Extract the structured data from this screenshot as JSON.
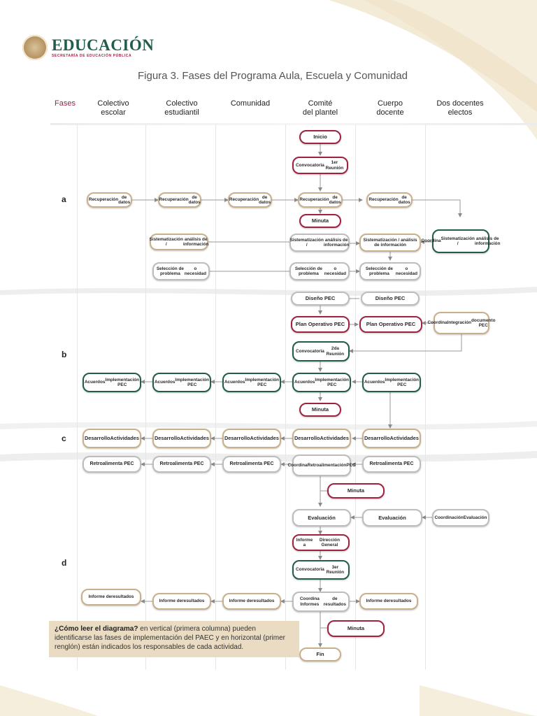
{
  "header": {
    "logo_title": "EDUCACIÓN",
    "logo_subtitle": "SECRETARÍA DE EDUCACIÓN PÚBLICA",
    "figure_title": "Figura 3. Fases del Programa Aula, Escuela y Comunidad"
  },
  "columns": {
    "fases": "Fases",
    "colectivo_escolar": [
      "Colectivo",
      "escolar"
    ],
    "colectivo_estudiantil": [
      "Colectivo",
      "estudiantil"
    ],
    "comunidad": "Comunidad",
    "comite": [
      "Comité",
      "del plantel"
    ],
    "cuerpo_docente": [
      "Cuerpo",
      "docente"
    ],
    "dos_docentes": [
      "Dos docentes",
      "electos"
    ]
  },
  "phases": {
    "a": "a",
    "b": "b",
    "c": "c",
    "d": "d"
  },
  "nodes": {
    "inicio": "Inicio",
    "convocatoria1": [
      "Convocatoria",
      "1er Reunión"
    ],
    "rec_escolar": [
      "Recuperación",
      "de datos"
    ],
    "rec_estudiantil": [
      "Recuperación",
      "de datos"
    ],
    "rec_comunidad": [
      "Recuperación",
      "de datos"
    ],
    "rec_comite": [
      "Recuperación",
      "de datos"
    ],
    "rec_docente": [
      "Recuperación",
      "de datos"
    ],
    "minuta1": "Minuta",
    "sist_estudiantil": [
      "Sistematización /",
      "análisis de información"
    ],
    "sist_comite": [
      "Sistematización /",
      "análisis de información"
    ],
    "sist_docente": [
      "Sistematización / análisis de información"
    ],
    "sist_electos": [
      "Coordina",
      "Sistematización /",
      "análisis de información"
    ],
    "sel_estudiantil": [
      "Selección de problema",
      "o  necesidad"
    ],
    "sel_comite": [
      "Selección de problema",
      "o  necesidad"
    ],
    "sel_docente": [
      "Selección de problema",
      "o  necesidad"
    ],
    "diseno_comite": "Diseño PEC",
    "diseno_docente": "Diseño PEC",
    "plan_comite": "Plan Operativo PEC",
    "plan_docente": "Plan Operativo PEC",
    "integracion_electos": [
      "Coordina",
      "Integración",
      "documento PEC"
    ],
    "convocatoria2": [
      "Convocatoria",
      "2da  Reunión"
    ],
    "acuerdos_escolar": [
      "Acuerdos",
      "Implementación PEC"
    ],
    "acuerdos_estudiantil": [
      "Acuerdos",
      "Implementación PEC"
    ],
    "acuerdos_comunidad": [
      "Acuerdos",
      "Implementación PEC"
    ],
    "acuerdos_comite": [
      "Acuerdos",
      "Implementación PEC"
    ],
    "acuerdos_docente": [
      "Acuerdos",
      "Implementación PEC"
    ],
    "minuta2": "Minuta",
    "des_escolar": [
      "Desarrollo",
      "Actividades"
    ],
    "des_estudiantil": [
      "Desarrollo",
      "Actividades"
    ],
    "des_comunidad": [
      "Desarrollo",
      "Actividades"
    ],
    "des_comite": [
      "Desarrollo",
      "Actividades"
    ],
    "des_docente": [
      "Desarrollo",
      "Actividades"
    ],
    "retro_escolar": "Retroalimenta PEC",
    "retro_estudiantil": "Retroalimenta PEC",
    "retro_comunidad": "Retroalimenta PEC",
    "retro_comite": [
      "Coordina",
      "Retroalimentación",
      "PEC"
    ],
    "retro_docente": "Retroalimenta PEC",
    "minuta3": "Minuta",
    "eval_comite": "Evaluación",
    "eval_docente": "Evaluación",
    "eval_electos": [
      "Coordinación",
      "Evaluación"
    ],
    "informe_direccion": [
      "Informe a",
      "Dirección General"
    ],
    "convocatoria3": [
      "Convocatoria",
      "3er  Reunión"
    ],
    "inf_escolar": [
      "Informe de",
      "resultados"
    ],
    "inf_estudiantil": [
      "Informe de",
      "resultados"
    ],
    "inf_comunidad": [
      "Informe de",
      "resultados"
    ],
    "inf_comite": [
      "Coordina Informes",
      "de resultados"
    ],
    "inf_docente": [
      "Informe de",
      "resultados"
    ],
    "minuta4": "Minuta",
    "fin": "Fin"
  },
  "note": {
    "bold": "¿Cómo leer el diagrama?",
    "text": " en vertical (primera columna) pueden identificarse las fases de implementación del PAEC y en horizontal (primer renglón) están indicados los responsables de cada actividad."
  },
  "colors": {
    "green": "#235b4e",
    "red": "#9f2241",
    "gold": "#c9b08a",
    "grey": "#bdbdbd"
  }
}
